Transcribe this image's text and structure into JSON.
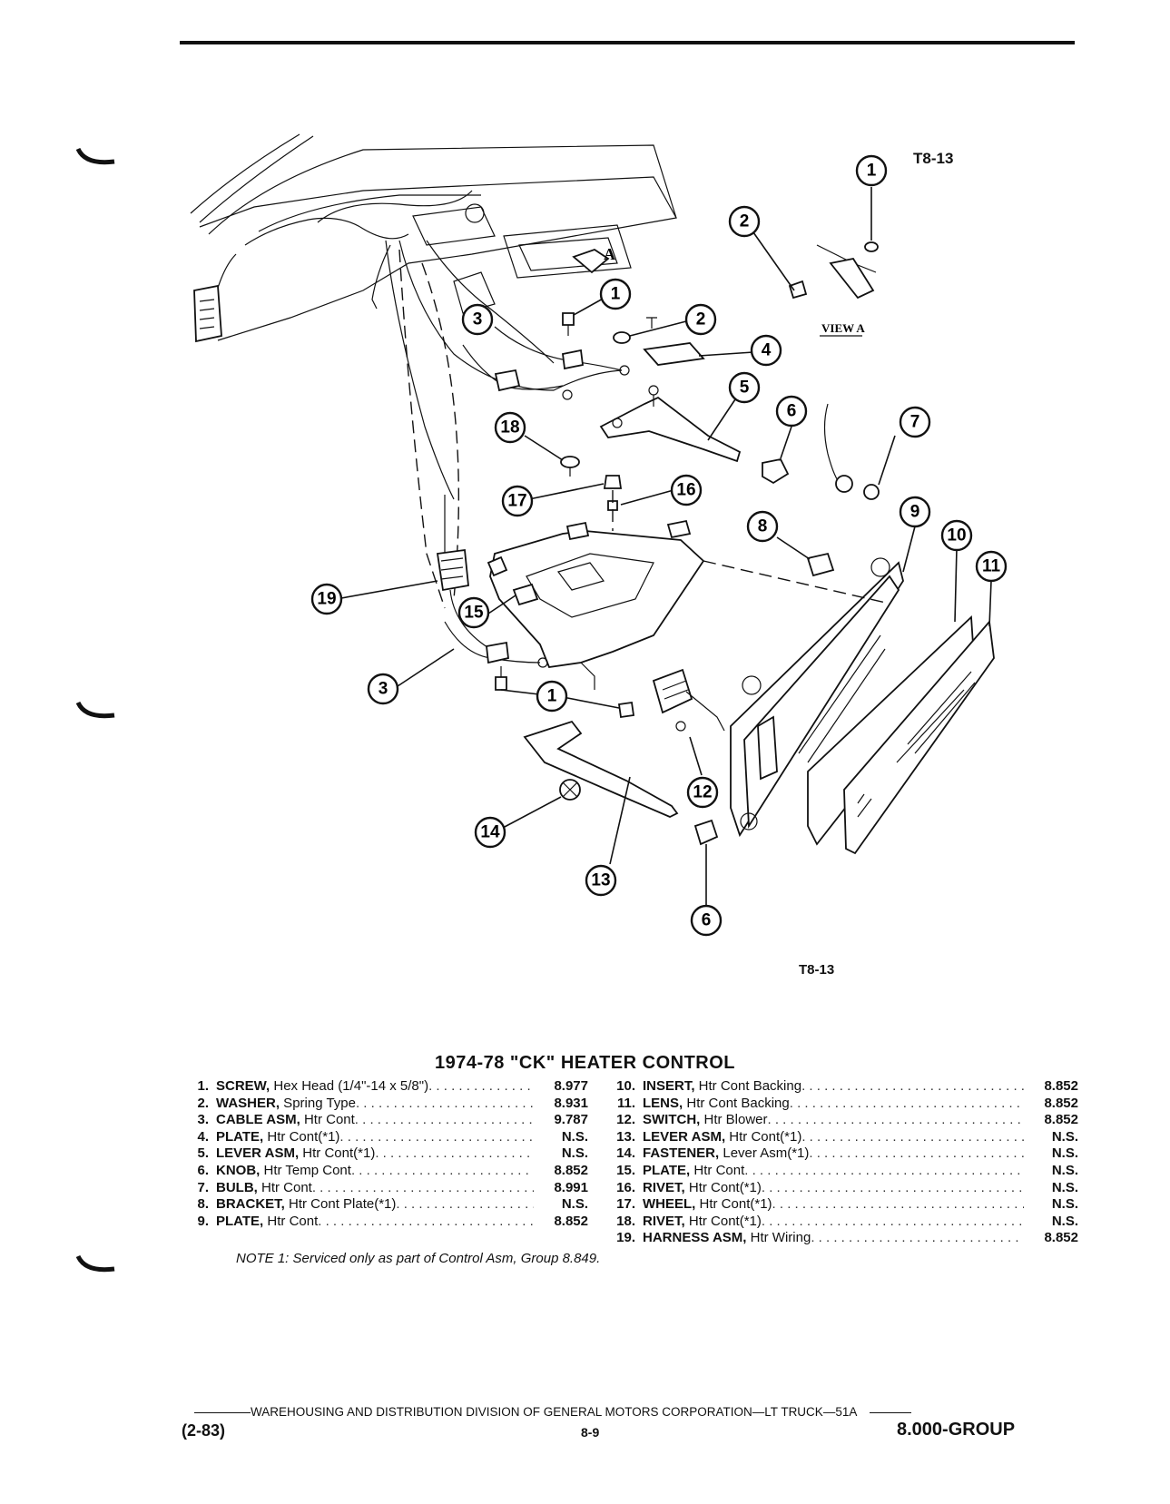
{
  "figure": {
    "code_top": "T8-13",
    "code_bottom": "T8-13",
    "view_label": "VIEW A",
    "detail_letter": "A"
  },
  "title": "1974-78 \"CK\" HEATER CONTROL",
  "parts_left": [
    {
      "no": "1.",
      "name": "SCREW,",
      "desc": " Hex Head (1/4\"-14 x 5/8\")",
      "group": "8.977"
    },
    {
      "no": "2.",
      "name": "WASHER,",
      "desc": " Spring Type",
      "group": "8.931"
    },
    {
      "no": "3.",
      "name": "CABLE ASM,",
      "desc": " Htr Cont",
      "group": "9.787"
    },
    {
      "no": "4.",
      "name": "PLATE,",
      "desc": " Htr Cont(*1)",
      "group": "N.S."
    },
    {
      "no": "5.",
      "name": "LEVER ASM,",
      "desc": " Htr Cont(*1)",
      "group": "N.S."
    },
    {
      "no": "6.",
      "name": "KNOB,",
      "desc": " Htr Temp Cont",
      "group": "8.852"
    },
    {
      "no": "7.",
      "name": "BULB,",
      "desc": " Htr Cont",
      "group": "8.991"
    },
    {
      "no": "8.",
      "name": "BRACKET,",
      "desc": " Htr Cont Plate(*1)",
      "group": "N.S."
    },
    {
      "no": "9.",
      "name": "PLATE,",
      "desc": " Htr Cont",
      "group": "8.852"
    }
  ],
  "parts_right": [
    {
      "no": "10.",
      "name": "INSERT,",
      "desc": " Htr Cont Backing",
      "group": "8.852"
    },
    {
      "no": "11.",
      "name": "LENS,",
      "desc": " Htr Cont Backing",
      "group": "8.852"
    },
    {
      "no": "12.",
      "name": "SWITCH,",
      "desc": " Htr Blower",
      "group": "8.852"
    },
    {
      "no": "13.",
      "name": "LEVER ASM,",
      "desc": " Htr Cont(*1)",
      "group": "N.S."
    },
    {
      "no": "14.",
      "name": "FASTENER,",
      "desc": " Lever Asm(*1)",
      "group": "N.S."
    },
    {
      "no": "15.",
      "name": "PLATE,",
      "desc": " Htr Cont",
      "group": "N.S."
    },
    {
      "no": "16.",
      "name": "RIVET,",
      "desc": " Htr Cont(*1)",
      "group": "N.S."
    },
    {
      "no": "17.",
      "name": "WHEEL,",
      "desc": " Htr Cont(*1)",
      "group": "N.S."
    },
    {
      "no": "18.",
      "name": "RIVET,",
      "desc": " Htr Cont(*1)",
      "group": "N.S."
    },
    {
      "no": "19.",
      "name": "HARNESS ASM,",
      "desc": " Htr Wiring",
      "group": "8.852"
    }
  ],
  "note": "NOTE 1: Serviced only as part of Control Asm, Group 8.849.",
  "footer": {
    "line": "WAREHOUSING AND DISTRIBUTION DIVISION OF GENERAL MOTORS CORPORATION—LT TRUCK—51A",
    "date_code": "(2-83)",
    "page": "8-9",
    "group": "8.000-GROUP"
  },
  "callouts": [
    "1",
    "2",
    "1",
    "2",
    "3",
    "4",
    "5",
    "6",
    "7",
    "18",
    "17",
    "16",
    "8",
    "9",
    "10",
    "11",
    "19",
    "15",
    "3",
    "1",
    "12",
    "14",
    "13",
    "6"
  ]
}
